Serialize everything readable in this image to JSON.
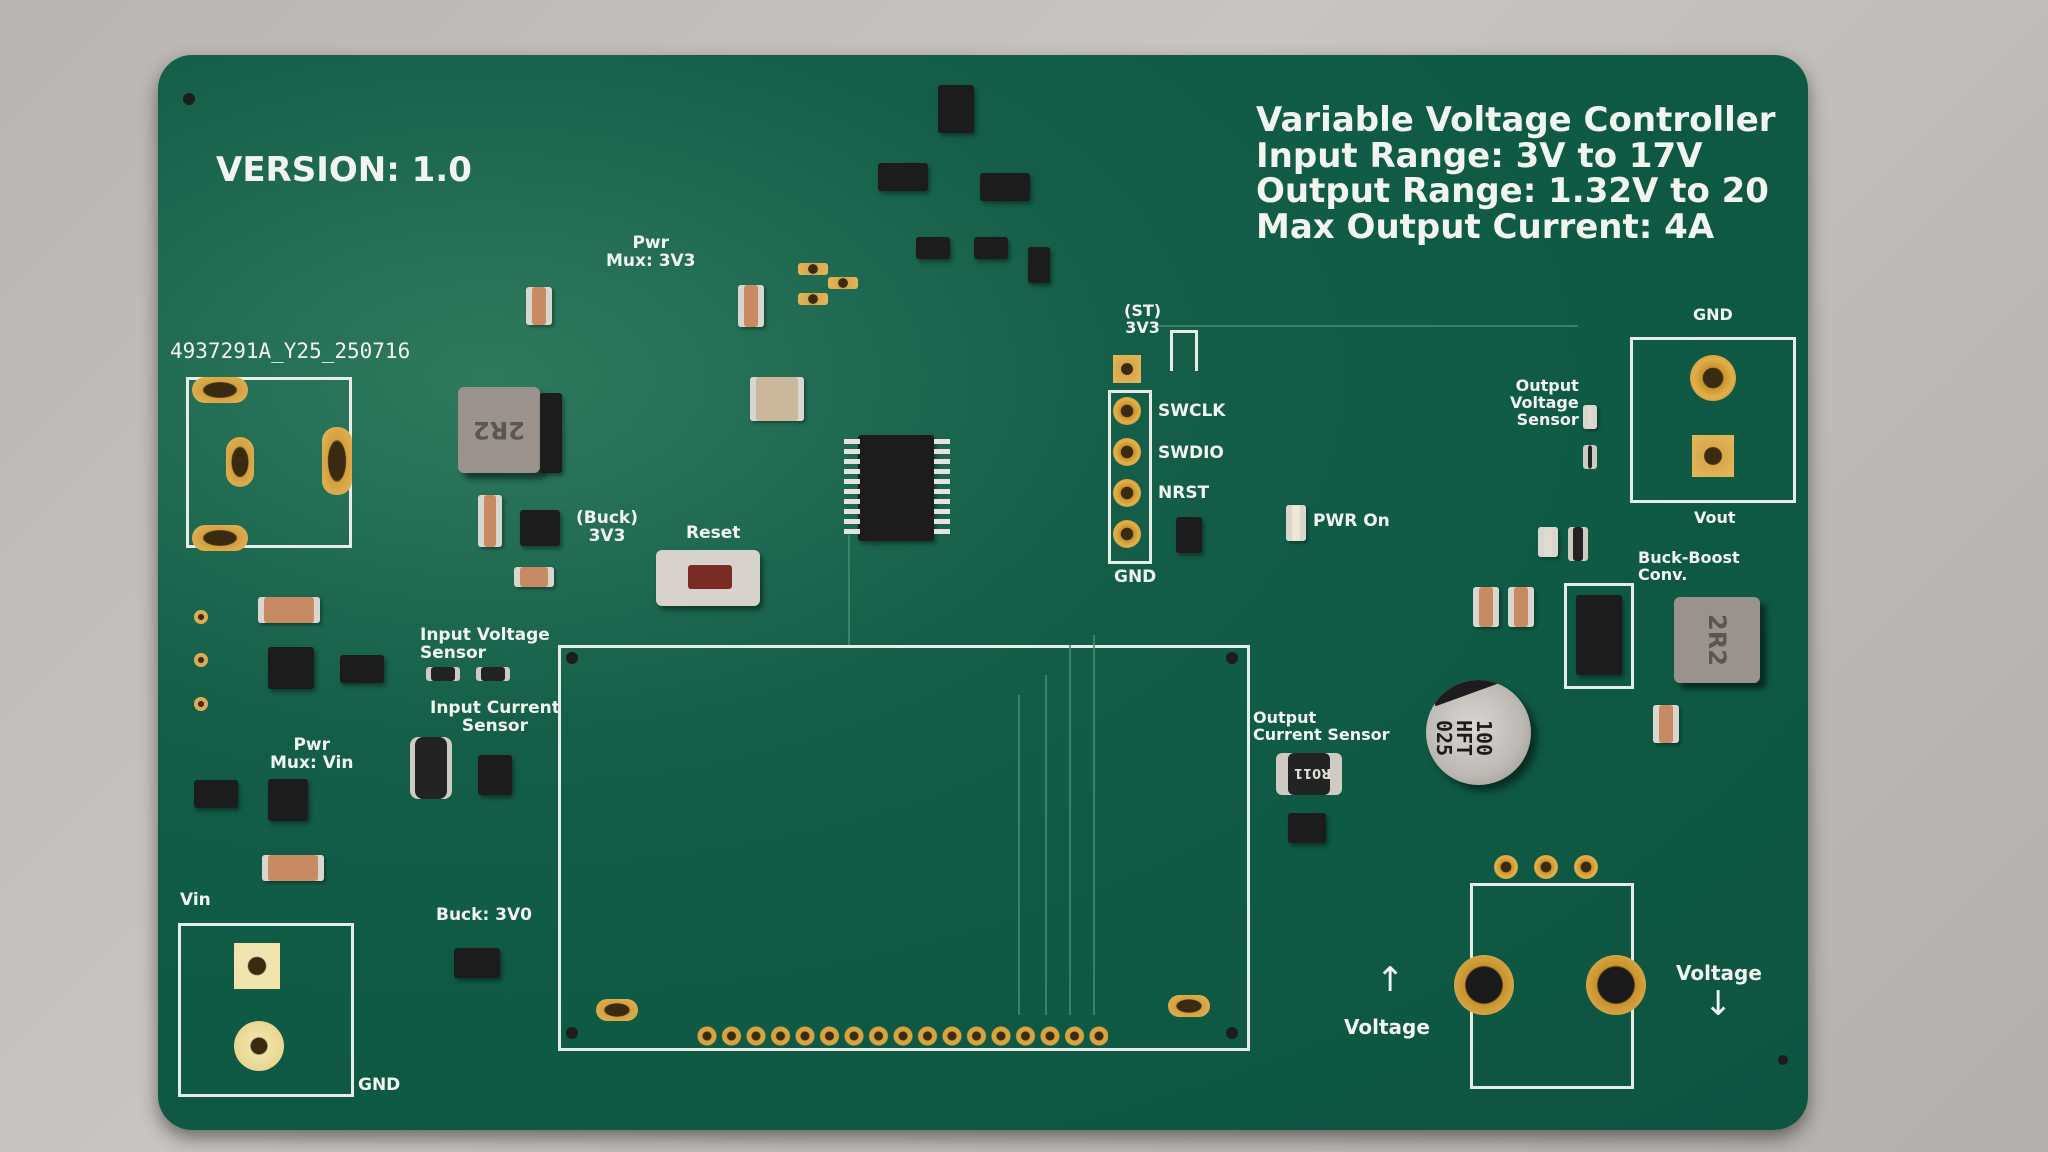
{
  "scene": {
    "subject": "Green printed circuit board (variable voltage controller) on a grey surface",
    "board_color": "#0f5a45",
    "silkscreen_color": "#f2f4f0",
    "pad_color": "#d4a040",
    "background_color": "#bdb9b6"
  },
  "header": {
    "version": "VERSION: 1.0",
    "title_lines": [
      "Variable Voltage Controller",
      "Input Range: 3V to 17V",
      "Output Range: 1.32V to 20",
      "Max Output Current: 4A"
    ],
    "order_code": "4937291A_Y25_250716"
  },
  "labels": {
    "pwr_mux_3v3": [
      "Pwr",
      "Mux: 3V3"
    ],
    "buck_3v3": [
      "(Buck)",
      "3V3"
    ],
    "reset": "Reset",
    "st_3v3": [
      "(ST)",
      "3V3"
    ],
    "swd_pins": [
      "SWCLK",
      "SWDIO",
      "NRST"
    ],
    "swd_gnd": "GND",
    "pwr_on": "PWR On",
    "input_voltage_sensor": [
      "Input Voltage",
      "Sensor"
    ],
    "input_current_sensor": [
      "Input Current",
      "Sensor"
    ],
    "pwr_mux_vin": [
      "Pwr",
      "Mux: Vin"
    ],
    "vin": "Vin",
    "vin_gnd": "GND",
    "buck_3v0": "Buck: 3V0",
    "output_voltage_sensor": [
      "Output",
      "Voltage",
      "Sensor"
    ],
    "out_gnd": "GND",
    "vout": "Vout",
    "buck_boost": [
      "Buck-Boost",
      "Conv."
    ],
    "output_current_sensor": [
      "Output",
      "Current Sensor"
    ],
    "voltage_up": "Voltage",
    "voltage_down": "Voltage",
    "arrow_up": "↑",
    "arrow_down": "↓"
  },
  "components": {
    "inductor_left_marking": "2R2",
    "inductor_right_marking": "2R2",
    "capacitor_marking": [
      "100",
      "HFT",
      "025"
    ],
    "shunt_marking": "R011",
    "display_header_pins": 17
  }
}
